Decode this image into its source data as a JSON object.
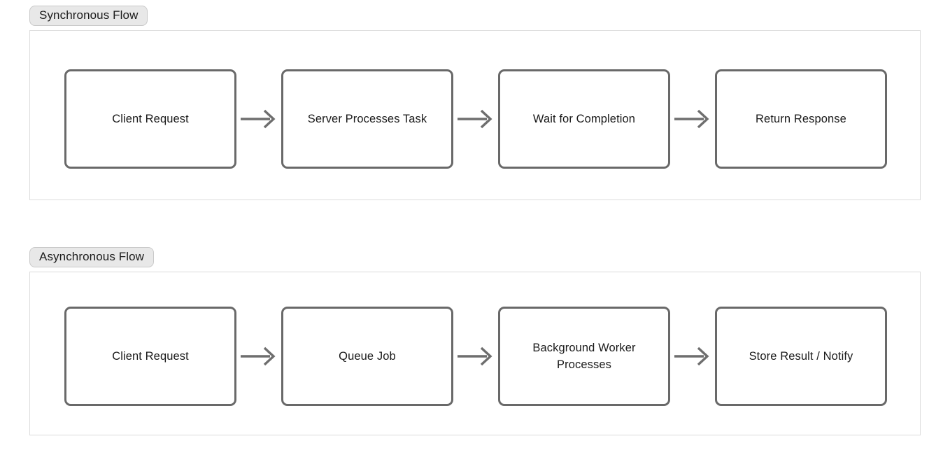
{
  "diagram": {
    "title_present": false,
    "accent_colors": {
      "node_border": "#696969",
      "node_fill": "#ffffff",
      "panel_border": "#dcdcdc",
      "label_background": "#e8e8e8",
      "label_border": "#c9c9c9",
      "arrow": "#6e6e6e",
      "text": "#1a1a1a",
      "page_background": "#ffffff"
    },
    "flows": [
      {
        "id": "synchronous",
        "label": "Synchronous Flow",
        "connector_icon": "arrow-right-icon",
        "nodes": [
          {
            "id": "client-request",
            "label": "Client Request"
          },
          {
            "id": "server-processes",
            "label": "Server Processes Task"
          },
          {
            "id": "wait-for-completion",
            "label": "Wait for Completion"
          },
          {
            "id": "return-response",
            "label": "Return Response"
          }
        ]
      },
      {
        "id": "asynchronous",
        "label": "Asynchronous Flow",
        "connector_icon": "arrow-right-icon",
        "nodes": [
          {
            "id": "client-request",
            "label": "Client Request"
          },
          {
            "id": "queue-job",
            "label": "Queue Job"
          },
          {
            "id": "background-worker",
            "label": "Background Worker\nProcesses"
          },
          {
            "id": "store-result-notify",
            "label": "Store Result / Notify"
          }
        ]
      }
    ]
  }
}
